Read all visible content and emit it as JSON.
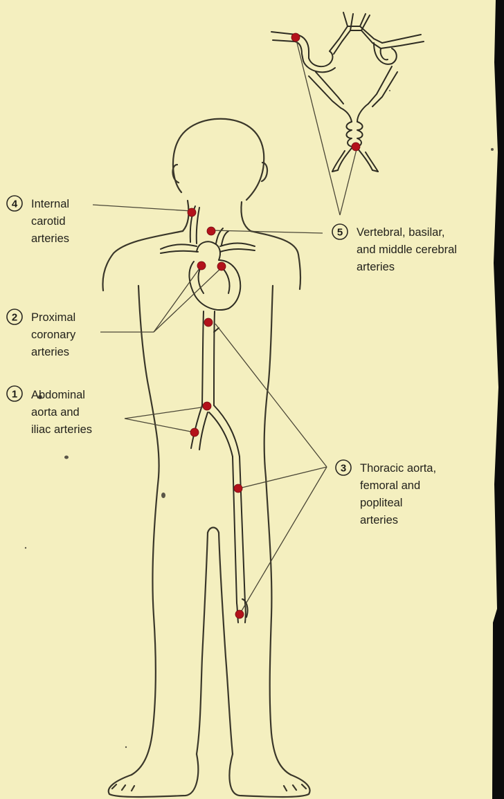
{
  "colors": {
    "paper": "#f4efbf",
    "lesion_marker": "#b3121b",
    "line": "#3a372a",
    "dark_edge": "#0b0b0b"
  },
  "sites": [
    {
      "number": "1",
      "lines": [
        "Abdominal",
        "aorta and",
        "iliac arteries"
      ]
    },
    {
      "number": "2",
      "lines": [
        "Proximal",
        "coronary",
        "arteries"
      ]
    },
    {
      "number": "3",
      "lines": [
        "Thoracic aorta,",
        "femoral and",
        "popliteal",
        "arteries"
      ]
    },
    {
      "number": "4",
      "lines": [
        "Internal",
        "carotid",
        "arteries"
      ]
    },
    {
      "number": "5",
      "lines": [
        "Vertebral, basilar,",
        "and middle cerebral",
        "arteries"
      ]
    }
  ],
  "icons": [
    "human-body-outline",
    "circle-of-willis-inset",
    "lesion-marker-dot",
    "number-circle"
  ]
}
